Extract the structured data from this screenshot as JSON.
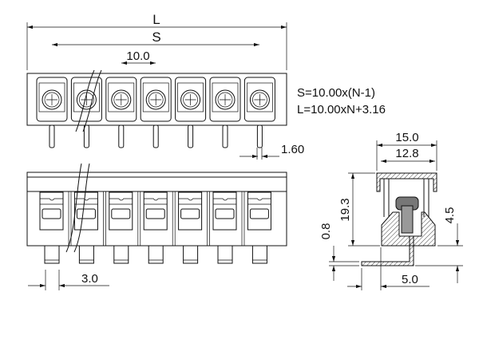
{
  "drawing": {
    "dimensions": {
      "L": "L",
      "S": "S",
      "pitch": "10.0",
      "pin_width": "1.60",
      "pin_offset": "3.0",
      "width_outer": "15.0",
      "width_inner": "12.8",
      "height": "19.3",
      "foot_thickness": "0.8",
      "pin_height": "4.5",
      "foot_length": "5.0"
    },
    "formulas": {
      "S": "S=10.00x(N-1)",
      "L": "L=10.00xN+3.16"
    },
    "poles": 7,
    "line_color": "#111111"
  }
}
